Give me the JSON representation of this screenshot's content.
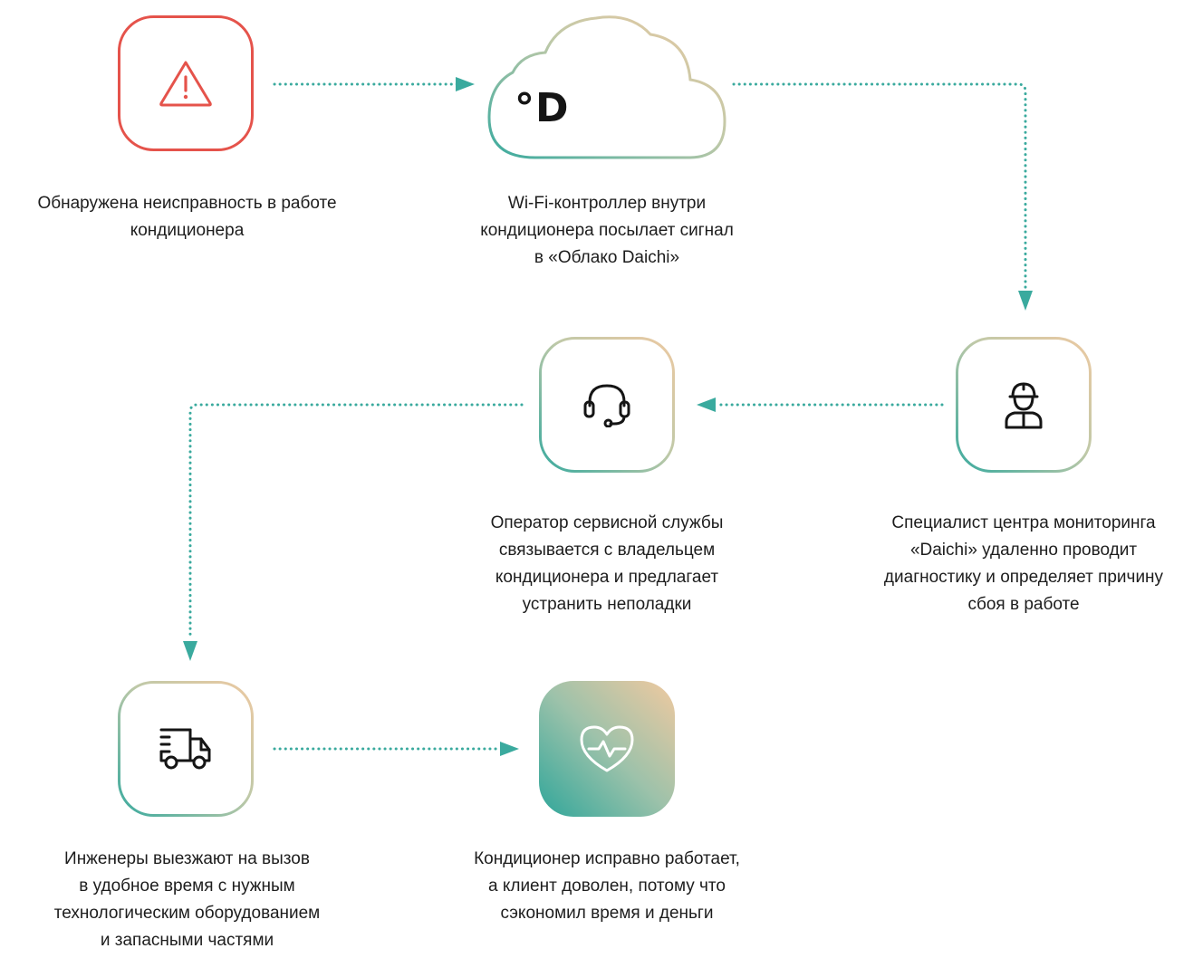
{
  "colors": {
    "alert": "#e5534b",
    "teal": "#3aaa9e",
    "sand": "#ecc9a2",
    "arrow": "#3aaa9e"
  },
  "steps": [
    {
      "id": "alert",
      "icon": "warning-triangle-icon",
      "caption": [
        "Обнаружена неисправность в работе",
        "кондиционера"
      ]
    },
    {
      "id": "cloud",
      "icon": "cloud-icon",
      "cloud_label": "°D",
      "caption": [
        "Wi-Fi-контроллер внутри",
        "кондиционера посылает сигнал",
        "в «Облако Daichi»"
      ]
    },
    {
      "id": "specialist",
      "icon": "engineer-helmet-icon",
      "caption": [
        "Специалист центра мониторинга",
        "«Daichi» удаленно проводит",
        "диагностику и определяет причину",
        "сбоя в работе"
      ]
    },
    {
      "id": "operator",
      "icon": "headset-icon",
      "caption": [
        "Оператор сервисной службы",
        "связывается с владельцем",
        "кондиционера и предлагает",
        "устранить неполадки"
      ]
    },
    {
      "id": "engineers",
      "icon": "delivery-truck-icon",
      "caption": [
        "Инженеры выезжают на вызов",
        "в удобное время с нужным",
        "технологическим оборудованием",
        "и запасными частями"
      ]
    },
    {
      "id": "success",
      "icon": "heart-pulse-icon",
      "caption": [
        "Кондиционер исправно работает,",
        "а клиент доволен, потому что",
        "сэкономил время и деньги"
      ]
    }
  ]
}
